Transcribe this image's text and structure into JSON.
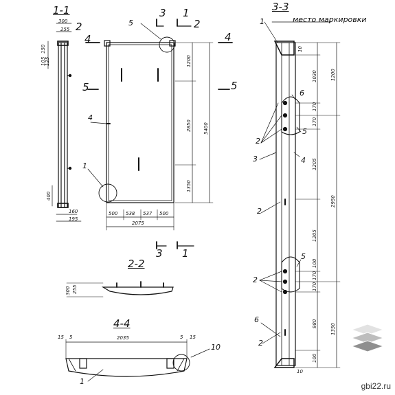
{
  "titles": {
    "s11": "1-1",
    "s22": "2-2",
    "s33": "3-3",
    "s44": "4-4"
  },
  "note": "место маркировки",
  "watermark": "gbi22.ru",
  "brand_colors": {
    "logo_light": "#e2e2e2",
    "logo_mid": "#bdbdbd",
    "logo_dark": "#8f8f8f"
  },
  "cut_marks": {
    "c1": "1",
    "c2": "2",
    "c3": "3",
    "c4": "4",
    "c5": "5"
  },
  "positions": {
    "p1": "1",
    "p2": "2",
    "p3": "3",
    "p4": "4",
    "p5": "5",
    "p6": "6",
    "p10": "10"
  },
  "dims_11": {
    "top1": "300",
    "top2": "255",
    "left1": "150",
    "left2": "125",
    "left3": "105",
    "left4": "400",
    "bot1": "160",
    "bot2": "195"
  },
  "dims_front": {
    "v1": "1200",
    "v2": "2850",
    "v3": "1350",
    "total_v": "5400",
    "h1": "500",
    "h2": "538",
    "h3": "537",
    "h4": "500",
    "total_h": "2075"
  },
  "dims_33": {
    "a1": "10",
    "a2": "1030",
    "a3": "170",
    "a4": "170",
    "a5": "1205",
    "a6": "1205",
    "a7": "100",
    "a8": "170",
    "a9": "170",
    "a10": "980",
    "a11": "100",
    "a12": "10",
    "b1": "1200",
    "b2": "2950",
    "b3": "1350"
  },
  "dims_22": {
    "d1": "300",
    "d2": "255"
  },
  "dims_44": {
    "l1": "15",
    "l2": "5",
    "total": "2035",
    "r1": "5",
    "r2": "15"
  }
}
